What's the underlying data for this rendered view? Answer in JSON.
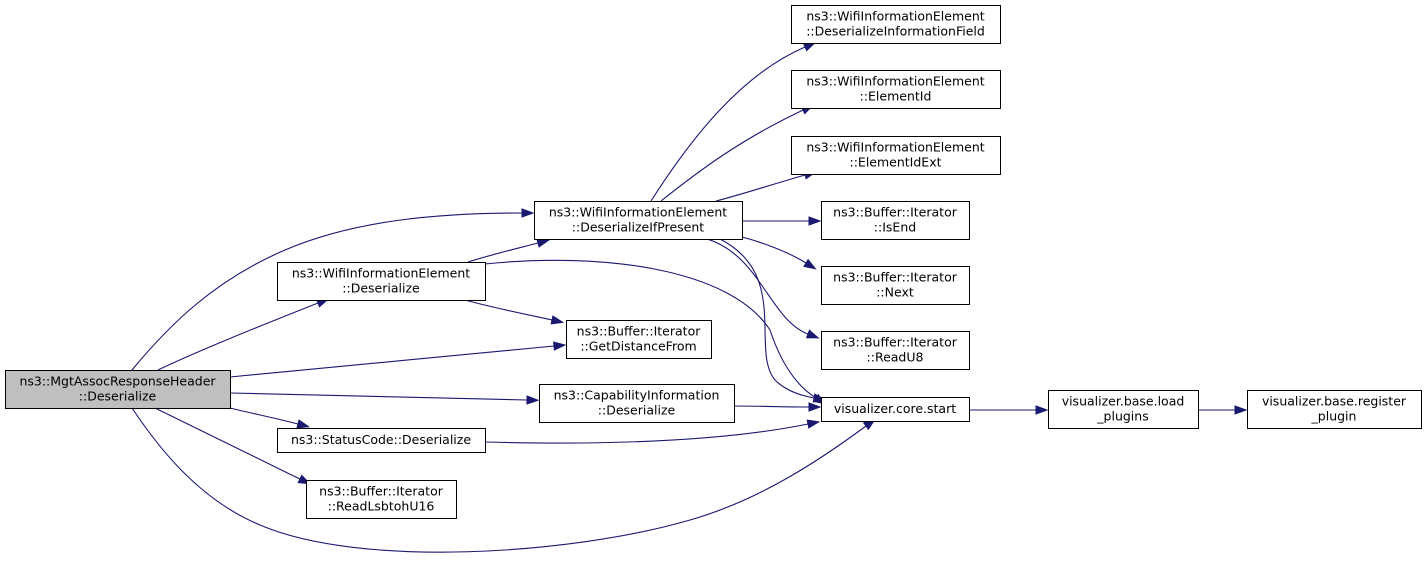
{
  "nodes": [
    {
      "id": "root",
      "lines": [
        "ns3::MgtAssocResponseHeader",
        "::Deserialize"
      ],
      "root": true
    },
    {
      "id": "wie_deser",
      "lines": [
        "ns3::WifiInformationElement",
        "::Deserialize"
      ]
    },
    {
      "id": "status",
      "lines": [
        "ns3::StatusCode::Deserialize"
      ]
    },
    {
      "id": "readlsb",
      "lines": [
        "ns3::Buffer::Iterator",
        "::ReadLsbtohU16"
      ]
    },
    {
      "id": "wie_ifpresent",
      "lines": [
        "ns3::WifiInformationElement",
        "::DeserializeIfPresent"
      ]
    },
    {
      "id": "getdist",
      "lines": [
        "ns3::Buffer::Iterator",
        "::GetDistanceFrom"
      ]
    },
    {
      "id": "capinfo",
      "lines": [
        "ns3::CapabilityInformation",
        "::Deserialize"
      ]
    },
    {
      "id": "deser_field",
      "lines": [
        "ns3::WifiInformationElement",
        "::DeserializeInformationField"
      ]
    },
    {
      "id": "elementid",
      "lines": [
        "ns3::WifiInformationElement",
        "::ElementId"
      ]
    },
    {
      "id": "elementidext",
      "lines": [
        "ns3::WifiInformationElement",
        "::ElementIdExt"
      ]
    },
    {
      "id": "isend",
      "lines": [
        "ns3::Buffer::Iterator",
        "::IsEnd"
      ]
    },
    {
      "id": "next",
      "lines": [
        "ns3::Buffer::Iterator",
        "::Next"
      ]
    },
    {
      "id": "readu8",
      "lines": [
        "ns3::Buffer::Iterator",
        "::ReadU8"
      ]
    },
    {
      "id": "vstart",
      "lines": [
        "visualizer.core.start"
      ]
    },
    {
      "id": "loadplugins",
      "lines": [
        "visualizer.base.load",
        "_plugins"
      ]
    },
    {
      "id": "registerplugin",
      "lines": [
        "visualizer.base.register",
        "_plugin"
      ]
    }
  ],
  "edges": [
    {
      "from": "root",
      "to": "wie_ifpresent"
    },
    {
      "from": "root",
      "to": "wie_deser"
    },
    {
      "from": "root",
      "to": "getdist"
    },
    {
      "from": "root",
      "to": "capinfo"
    },
    {
      "from": "root",
      "to": "status"
    },
    {
      "from": "root",
      "to": "readlsb"
    },
    {
      "from": "root",
      "to": "vstart"
    },
    {
      "from": "wie_deser",
      "to": "wie_ifpresent"
    },
    {
      "from": "wie_deser",
      "to": "getdist"
    },
    {
      "from": "wie_deser",
      "to": "vstart"
    },
    {
      "from": "wie_ifpresent",
      "to": "deser_field"
    },
    {
      "from": "wie_ifpresent",
      "to": "elementid"
    },
    {
      "from": "wie_ifpresent",
      "to": "elementidext"
    },
    {
      "from": "wie_ifpresent",
      "to": "isend"
    },
    {
      "from": "wie_ifpresent",
      "to": "next"
    },
    {
      "from": "wie_ifpresent",
      "to": "readu8"
    },
    {
      "from": "wie_ifpresent",
      "to": "vstart"
    },
    {
      "from": "capinfo",
      "to": "vstart"
    },
    {
      "from": "status",
      "to": "vstart"
    },
    {
      "from": "vstart",
      "to": "loadplugins"
    },
    {
      "from": "loadplugins",
      "to": "registerplugin"
    }
  ],
  "colors": {
    "edge": "#191970",
    "node_fill": "#ffffff",
    "root_fill": "#bfbfbf",
    "border": "#000000"
  }
}
